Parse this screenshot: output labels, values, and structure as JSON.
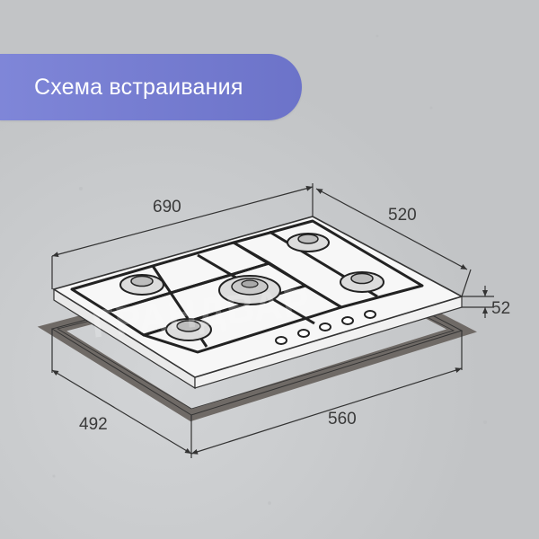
{
  "title": "Схема встраивания",
  "dimensions": {
    "hob_width": "690",
    "hob_depth": "520",
    "hob_height": "52",
    "cutout_depth": "492",
    "cutout_width": "560"
  },
  "watermark": "ГРАНДВАР",
  "colors": {
    "banner": "#7379cf",
    "background": "#c7c9cb",
    "cutout_frame": "#6f6a66",
    "line": "#333333"
  }
}
